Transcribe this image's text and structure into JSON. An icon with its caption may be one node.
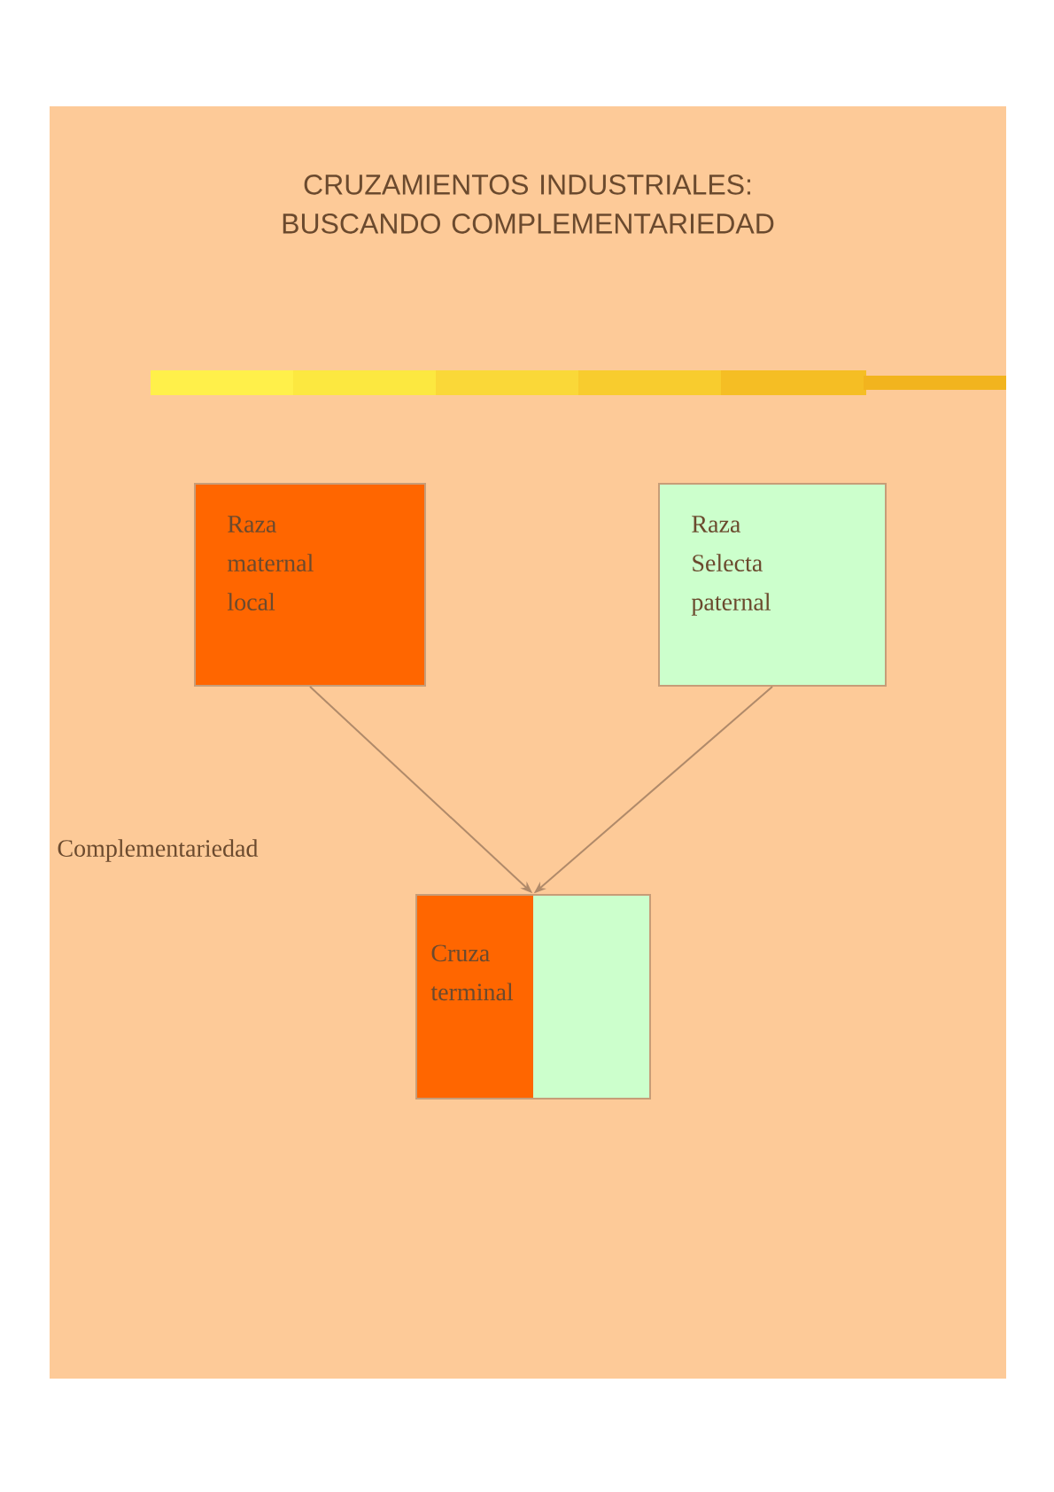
{
  "diagram": {
    "title": "CRUZAMIENTOS INDUSTRIALES: BUSCANDO COMPLEMENTARIEDAD",
    "nodes": [
      {
        "text": [
          "Raza maternal local"
        ]
      },
      {
        "text": [
          "Raza Selecta paternal"
        ]
      },
      {
        "text": [
          "Cruza terminal"
        ]
      }
    ],
    "edges": [
      {
        "from": 0,
        "to": 2,
        "arrow": "to"
      },
      {
        "from": 1,
        "to": 2,
        "arrow": "to"
      }
    ],
    "labels": [
      "Complementariedad"
    ]
  }
}
